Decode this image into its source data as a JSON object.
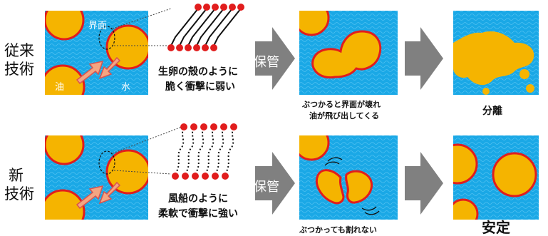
{
  "rows": [
    {
      "label_line1": "従来",
      "label_line2": "技術",
      "in_panel": {
        "interface": "界面",
        "oil": "油",
        "water": "水"
      },
      "membrane_caption_line1": "生卵の殻のように",
      "membrane_caption_line2": "脆く衝撃に弱い",
      "step_label": "保管",
      "collision_caption_line1": "ぶつかると界面が壊れ",
      "collision_caption_line2": "油が飛び出してくる",
      "result_label": "分離"
    },
    {
      "label_line1": "新",
      "label_line2": "技術",
      "membrane_caption_line1": "風船のように",
      "membrane_caption_line2": "柔軟で衝撃に強い",
      "step_label": "保管",
      "collision_caption": "ぶつかっても割れない",
      "result_label": "安定"
    }
  ],
  "colors": {
    "water": "#1aa8e6",
    "oil": "#f5b400",
    "interface": "#e11d1d",
    "arrow_fill": "#f4a582",
    "arrow_edge": "#d9534f",
    "step_arrow": "#808080"
  }
}
